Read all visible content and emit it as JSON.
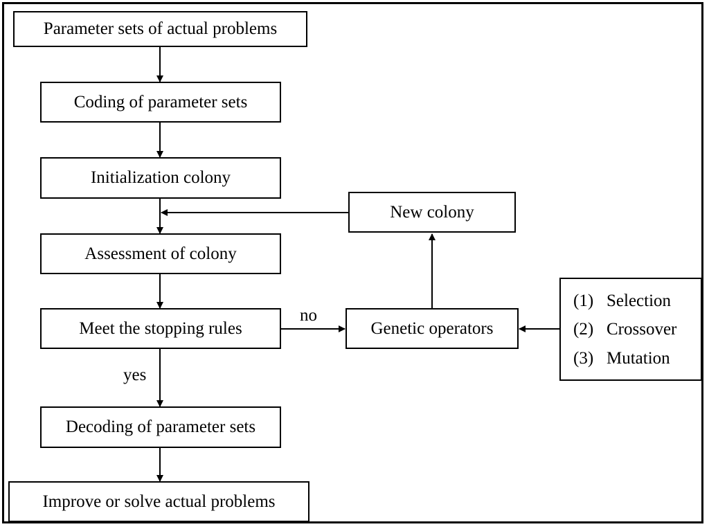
{
  "diagram": {
    "steps": {
      "parameter_sets": "Parameter sets of actual problems",
      "coding": "Coding of parameter sets",
      "initialization": "Initialization colony",
      "assessment": "Assessment of colony",
      "stopping_rules": "Meet the stopping rules",
      "decoding": "Decoding of parameter sets",
      "improve": "Improve or solve actual problems",
      "new_colony": "New colony",
      "genetic_operators": "Genetic operators"
    },
    "operators": [
      {
        "num": "(1)",
        "name": "Selection"
      },
      {
        "num": "(2)",
        "name": "Crossover"
      },
      {
        "num": "(3)",
        "name": "Mutation"
      }
    ],
    "edge_labels": {
      "no": "no",
      "yes": "yes"
    }
  }
}
